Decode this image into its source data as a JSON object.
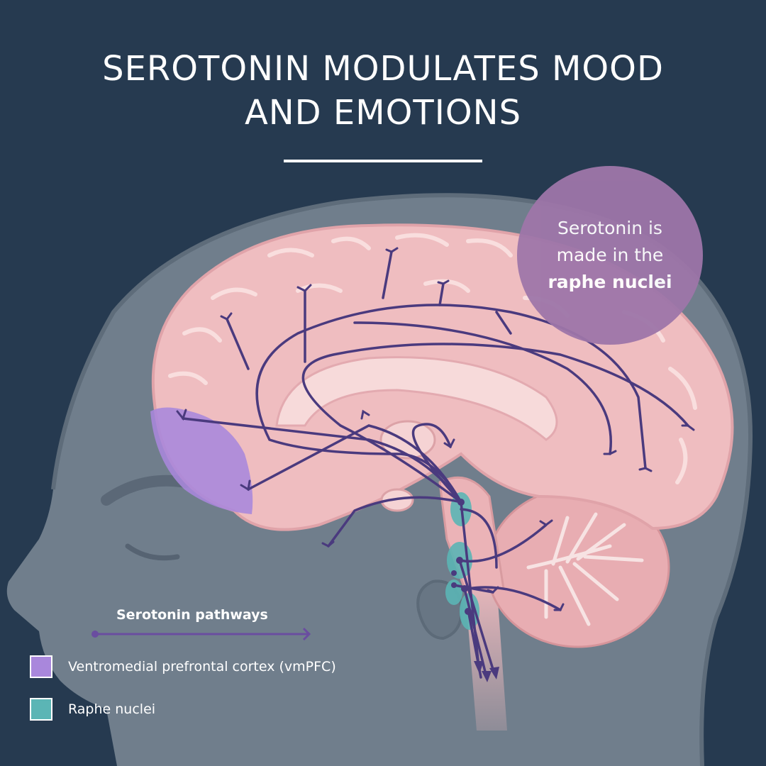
{
  "title": {
    "line1": "SEROTONIN MODULATES MOOD",
    "line2": "AND EMOTIONS"
  },
  "callout": {
    "line1": "Serotonin is",
    "line2": "made in the",
    "line3": "raphe nuclei"
  },
  "legend": {
    "pathways_label": "Serotonin pathways",
    "items": [
      {
        "label": "Ventromedial prefrontal cortex (vmPFC)",
        "color": "#a987dc"
      },
      {
        "label": "Raphe nuclei",
        "color": "#5bb5b5"
      }
    ]
  },
  "colors": {
    "background": "#263a50",
    "head": "#707e8c",
    "brain": "#efbdc0",
    "pathway": "#4a3a7e",
    "callout": "#9e76a9"
  }
}
